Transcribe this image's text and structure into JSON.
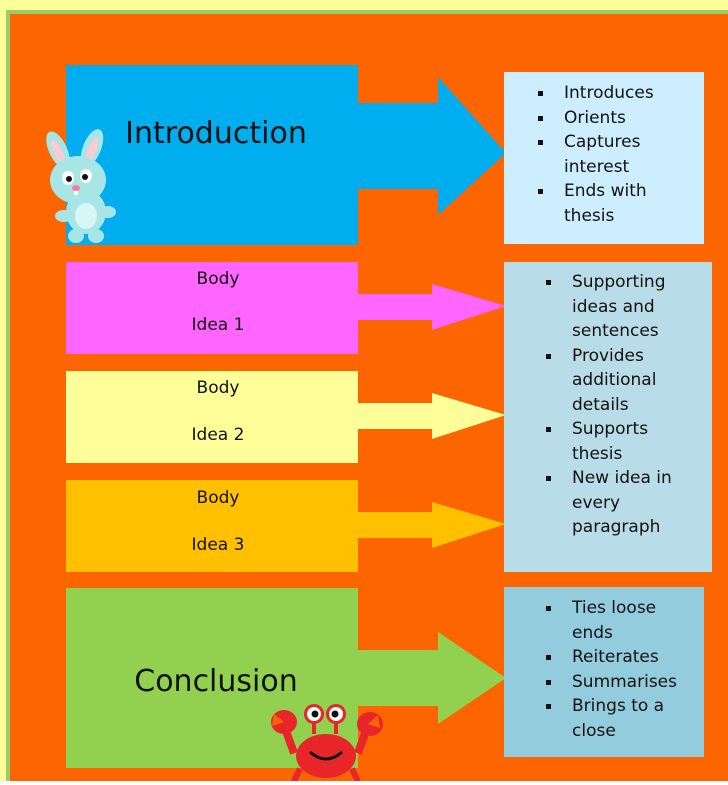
{
  "colors": {
    "background": "#fd6500",
    "intro": "#00adef",
    "body1": "#ff66ff",
    "body2": "#ffff99",
    "body3": "#ffc000",
    "conclusion": "#92d050",
    "intro_box": "#cceeff",
    "body_box": "#b8dde8",
    "conclusion_box": "#93cddd"
  },
  "arrows": {
    "introduction": {
      "label": "Introduction"
    },
    "body1": {
      "line1": "Body",
      "line2": "Idea 1"
    },
    "body2": {
      "line1": "Body",
      "line2": "Idea 2"
    },
    "body3": {
      "line1": "Body",
      "line2": "Idea 3"
    },
    "conclusion": {
      "label": "Conclusion"
    }
  },
  "boxes": {
    "introduction": [
      "Introduces",
      "Orients",
      "Captures interest",
      "Ends with thesis"
    ],
    "body": [
      "Supporting ideas and sentences",
      "Provides additional details",
      "Supports thesis",
      "New idea in every paragraph"
    ],
    "conclusion": [
      "Ties loose ends",
      "Reiterates",
      "Summarises",
      "Brings to a close"
    ]
  },
  "icons": [
    "bunny-icon",
    "crab-icon"
  ]
}
